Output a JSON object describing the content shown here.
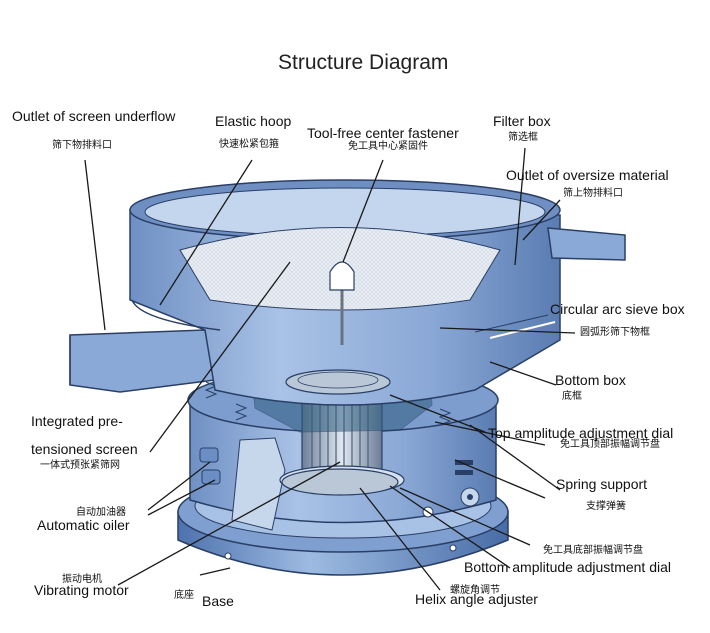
{
  "title": "Structure Diagram",
  "labels": {
    "screen_underflow": {
      "en": "Outlet of screen underflow",
      "cn": "筛下物排料口"
    },
    "elastic_hoop": {
      "en": "Elastic hoop",
      "cn": "快速松紧包箍"
    },
    "center_fastener": {
      "en": "Tool-free center fastener",
      "cn": "免工具中心紧固件"
    },
    "filter_box": {
      "en": "Filter box",
      "cn": "筛选框"
    },
    "oversize_outlet": {
      "en": "Outlet of oversize material",
      "cn": "筛上物排料口"
    },
    "arc_sieve_box": {
      "en": "Circular arc sieve box",
      "cn": "圆弧形筛下物框"
    },
    "bottom_box": {
      "en": "Bottom box",
      "cn": "底框"
    },
    "integrated_screen": {
      "en_line1": "Integrated pre-",
      "en_line2": "tensioned screen",
      "cn": "一体式预张紧筛网"
    },
    "top_dial": {
      "en": "Top amplitude adjustment dial",
      "cn": "免工具顶部振幅调节盘"
    },
    "spring_support": {
      "en": "Spring support",
      "cn": "支撑弹簧"
    },
    "automatic_oiler": {
      "en": "Automatic oiler",
      "cn": "自动加油器"
    },
    "bottom_dial": {
      "en": "Bottom amplitude adjustment dial",
      "cn": "免工具底部振幅调节盘"
    },
    "vibrating_motor": {
      "en": "Vibrating motor",
      "cn": "振动电机"
    },
    "base": {
      "en": "Base",
      "cn": "底座"
    },
    "helix_adjuster": {
      "en": "Helix angle adjuster",
      "cn": "螺旋角调节"
    }
  },
  "colors": {
    "body": "#8faed8",
    "body_dark": "#5f80b4",
    "outline": "#2a3f66",
    "interior": "#cfdff0",
    "screen": "#e8eef4",
    "motor": "#9ab0c8"
  }
}
